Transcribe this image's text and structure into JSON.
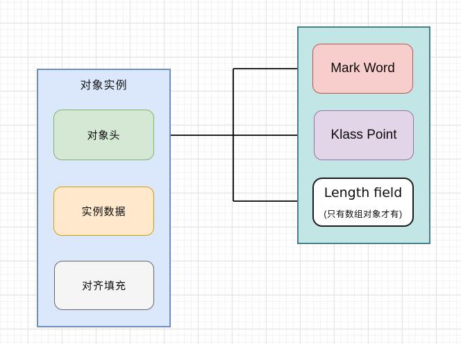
{
  "diagram": {
    "left_panel": {
      "title": "对象实例",
      "fill": "#dbe8fc",
      "stroke": "#6c8ebf",
      "boxes": [
        {
          "id": "object-header",
          "label": "对象头",
          "fill": "#d5e8d4",
          "stroke": "#82b366"
        },
        {
          "id": "instance-data",
          "label": "实例数据",
          "fill": "#ffe8cb",
          "stroke": "#d79b00"
        },
        {
          "id": "alignment-padding",
          "label": "对齐填充",
          "fill": "#f5f5f5",
          "stroke": "#666666"
        }
      ]
    },
    "right_panel": {
      "fill": "#c2e5e5",
      "stroke": "#44808a",
      "boxes": [
        {
          "id": "mark-word",
          "label": "Mark Word",
          "fill": "#f8cecc",
          "stroke": "#b85450"
        },
        {
          "id": "klass-point",
          "label": "Klass Point",
          "fill": "#e1d5e7",
          "stroke": "#9673a6"
        },
        {
          "id": "length-field",
          "label": "Length field",
          "sublabel": "(只有数组对象才有)",
          "fill": "#ffffff",
          "stroke": "#1a1a1a"
        }
      ]
    },
    "connectors": [
      {
        "from": "object-header",
        "to": "mark-word"
      },
      {
        "from": "object-header",
        "to": "klass-point"
      },
      {
        "from": "object-header",
        "to": "length-field"
      }
    ],
    "connector_color": "#000000"
  }
}
